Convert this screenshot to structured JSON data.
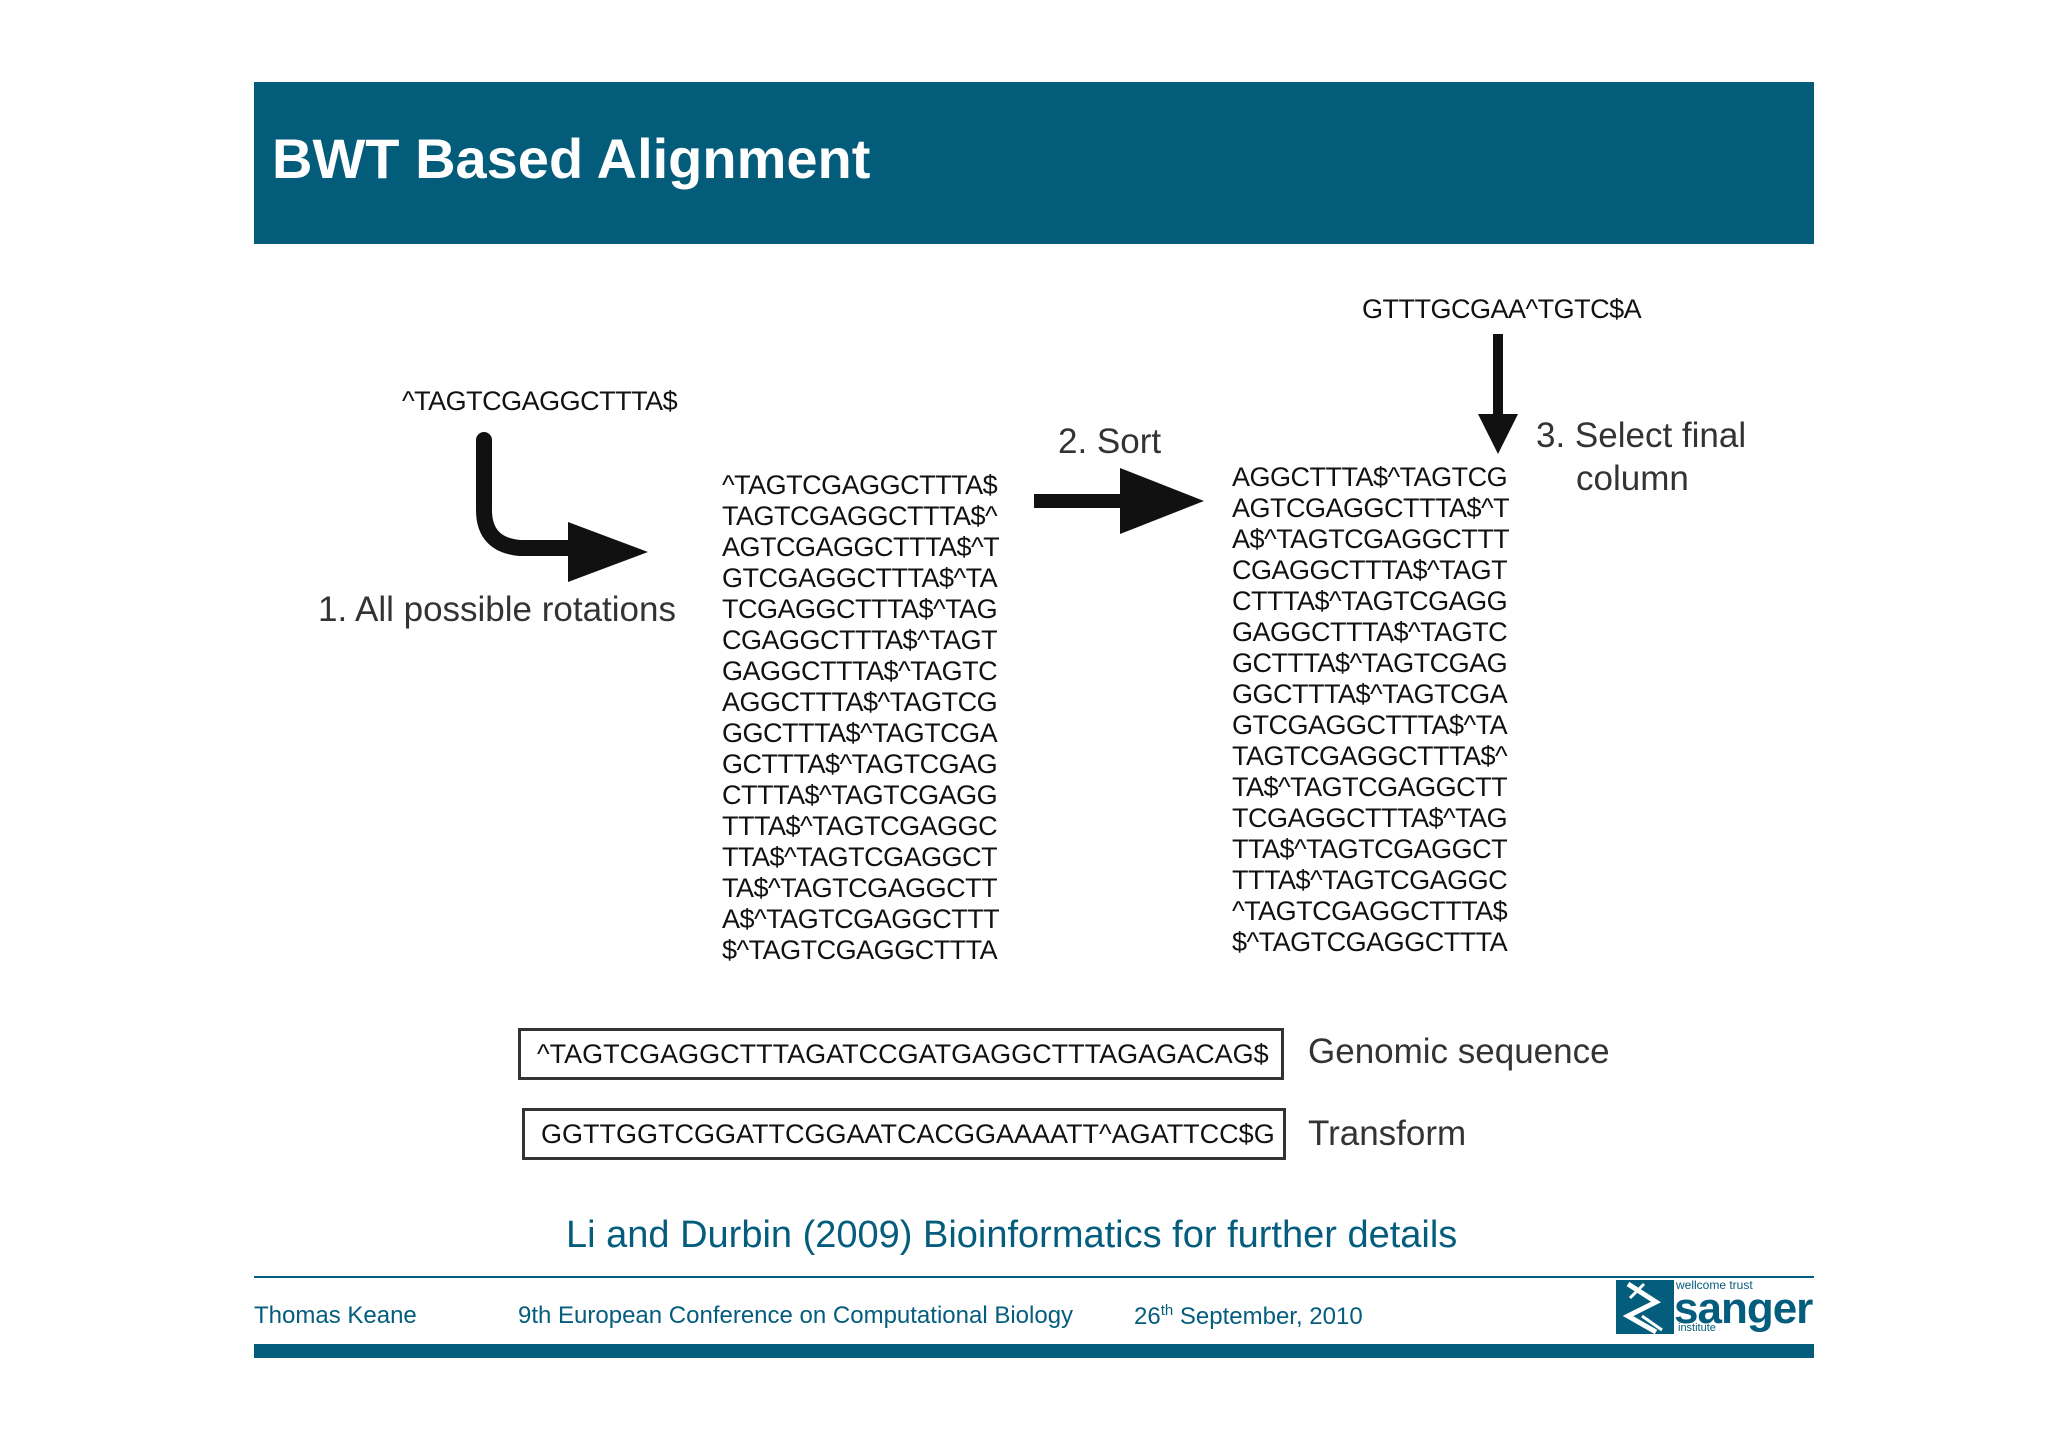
{
  "slide": {
    "title": "BWT Based Alignment"
  },
  "diagram": {
    "input_string": "^TAGTCGAGGCTTTA$",
    "step1_label": "1. All possible rotations",
    "step2_label": "2. Sort",
    "step3_label_line1": "3. Select final",
    "step3_label_line2": "column",
    "bwt_result": "GTTTGCGAA^TGTC$A",
    "rotations": [
      "^TAGTCGAGGCTTTA$",
      "TAGTCGAGGCTTTA$^",
      "AGTCGAGGCTTTA$^T",
      "GTCGAGGCTTTA$^TA",
      "TCGAGGCTTTA$^TAG",
      "CGAGGCTTTA$^TAGT",
      "GAGGCTTTA$^TAGTC",
      "AGGCTTTA$^TAGTCG",
      "GGCTTTA$^TAGTCGA",
      "GCTTTA$^TAGTCGAG",
      "CTTTA$^TAGTCGAGG",
      "TTTA$^TAGTCGAGGC",
      "TTA$^TAGTCGAGGCT",
      "TA$^TAGTCGAGGCTT",
      "A$^TAGTCGAGGCTTT",
      "$^TAGTCGAGGCTTTA"
    ],
    "sorted": [
      "AGGCTTTA$^TAGTCG",
      "AGTCGAGGCTTTA$^T",
      "A$^TAGTCGAGGCTTT",
      "CGAGGCTTTA$^TAGT",
      "CTTTA$^TAGTCGAGG",
      "GAGGCTTTA$^TAGTC",
      "GCTTTA$^TAGTCGAG",
      "GGCTTTA$^TAGTCGA",
      "GTCGAGGCTTTA$^TA",
      "TAGTCGAGGCTTTA$^",
      "TA$^TAGTCGAGGCTT",
      "TCGAGGCTTTA$^TAG",
      "TTA$^TAGTCGAGGCT",
      "TTTA$^TAGTCGAGGC",
      "^TAGTCGAGGCTTTA$",
      "$^TAGTCGAGGCTTTA"
    ]
  },
  "sequences": {
    "genomic": "^TAGTCGAGGCTTTAGATCCGATGAGGCTTTAGAGACAG$",
    "genomic_label": "Genomic sequence",
    "transform": "GGTTGGTCGGATTCGGAATCACGGAAAATT^AGATTCC$G",
    "transform_label": "Transform"
  },
  "reference": "Li and Durbin (2009) Bioinformatics for further details",
  "footer": {
    "author": "Thomas Keane",
    "conference": "9th European Conference on Computational Biology",
    "date_day": "26",
    "date_suffix": "th",
    "date_rest": " September, 2010",
    "logo_small": "wellcome trust",
    "logo_main": "sanger",
    "logo_sub": "institute"
  },
  "colors": {
    "header_bg": "#035c7a",
    "accent_text": "#045d7d"
  }
}
